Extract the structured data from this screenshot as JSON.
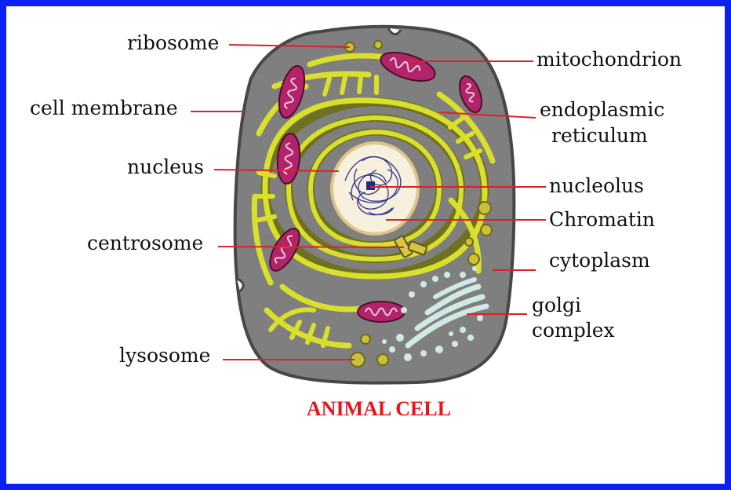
{
  "title": "ANIMAL CELL",
  "labels": {
    "ribosome": "ribosome",
    "cell_membrane": "cell membrane",
    "nucleus": "nucleus",
    "centrosome": "centrosome",
    "lysosome": "lysosome",
    "mitochondrion": "mitochondrion",
    "er_line1": "endoplasmic",
    "er_line2": "reticulum",
    "nucleolus": "nucleolus",
    "chromatin": "Chromatin",
    "cytoplasm": "cytoplasm",
    "golgi_line1": "golgi",
    "golgi_line2": "complex"
  },
  "colors": {
    "frame": "#0a20f5",
    "leader_lines": "#d8232a",
    "title": "#e8141c",
    "cytoplasm": "#7f7f7f",
    "membrane": "#474747",
    "er": "#d9df2a",
    "mitochondria": "#b3236a",
    "golgi": "#cfe9e4",
    "nucleus": "#f6f0dc",
    "chromatin": "#2e3590"
  }
}
